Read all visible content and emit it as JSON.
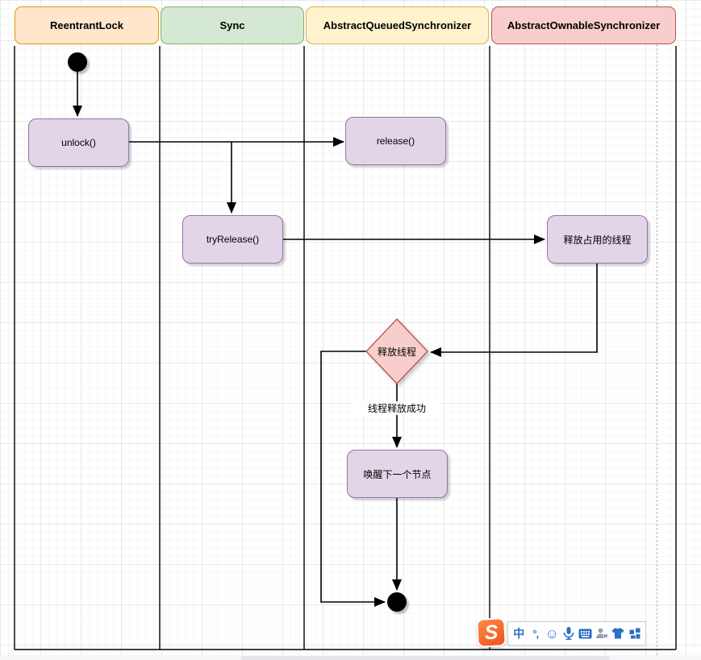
{
  "diagram": {
    "lanes": [
      {
        "label": "ReentrantLock",
        "fill": "#ffe6cc",
        "border": "#d79b00"
      },
      {
        "label": "Sync",
        "fill": "#d5e8d4",
        "border": "#82b366"
      },
      {
        "label": "AbstractQueuedSynchronizer",
        "fill": "#fff2cc",
        "border": "#d6b656"
      },
      {
        "label": "AbstractOwnableSynchronizer",
        "fill": "#f8cecc",
        "border": "#b85450"
      }
    ],
    "nodes": {
      "unlock": "unlock()",
      "release": "release()",
      "try_release": "tryRelease()",
      "release_occupied": "释放占用的线程",
      "decision": "释放线程",
      "wake_next": "唤醒下一个节点"
    },
    "edge_labels": {
      "success": "线程释放成功"
    },
    "colors": {
      "activity_fill": "#e1d5e7",
      "activity_border": "#9673a6",
      "decision_fill": "#f8cecc",
      "decision_border": "#b85450",
      "edge": "#000000"
    }
  },
  "ime": {
    "logo_letter": "S",
    "icons": [
      {
        "name": "chinese-mode-icon",
        "glyph": "中"
      },
      {
        "name": "punctuation-icon",
        "glyph": "°,"
      },
      {
        "name": "emoji-icon",
        "glyph": "☺"
      },
      {
        "name": "voice-input-icon",
        "glyph": ""
      },
      {
        "name": "soft-keyboard-icon",
        "glyph": ""
      },
      {
        "name": "account-icon",
        "glyph": ""
      },
      {
        "name": "skin-icon",
        "glyph": ""
      },
      {
        "name": "toolbox-icon",
        "glyph": ""
      }
    ]
  }
}
